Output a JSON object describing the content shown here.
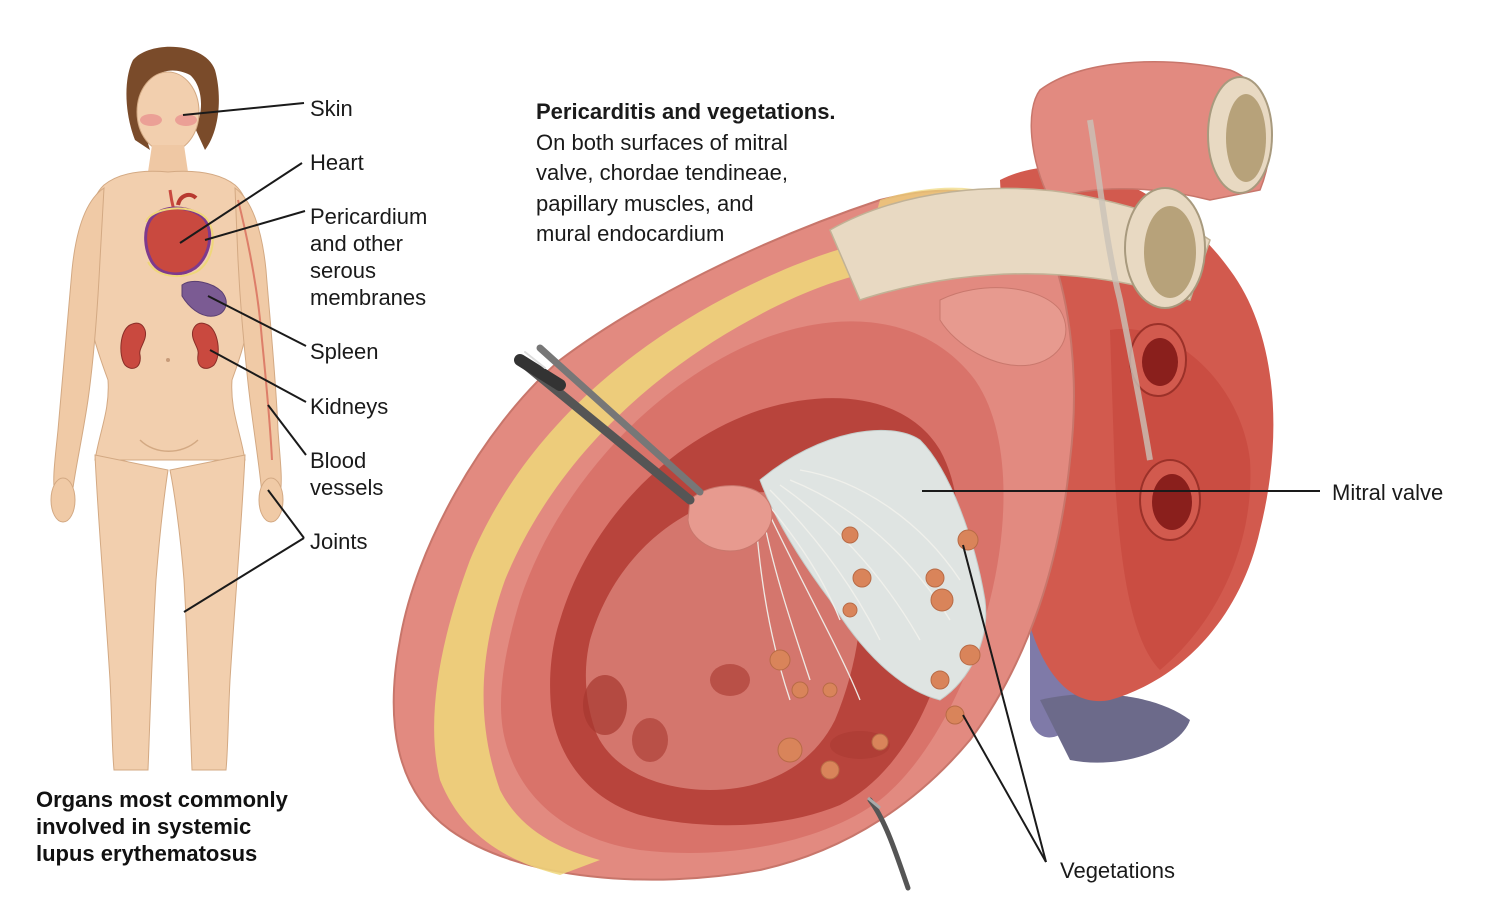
{
  "labels": {
    "skin": "Skin",
    "heart": "Heart",
    "pericardium": [
      "Pericardium",
      "and other",
      "serous",
      "membranes"
    ],
    "spleen": "Spleen",
    "kidneys": "Kidneys",
    "blood_vessels": [
      "Blood",
      "vessels"
    ],
    "joints": "Joints",
    "mitral_valve": "Mitral valve",
    "vegetations": "Vegetations"
  },
  "caption_left": [
    "Organs most commonly",
    "involved in systemic",
    "lupus erythematosus"
  ],
  "description": {
    "title": "Pericarditis and vegetations.",
    "lines": [
      "On both surfaces of mitral",
      "valve, chordae tendineae,",
      "papillary muscles, and",
      "mural endocardium"
    ]
  },
  "colors": {
    "skin_tone": "#f2cfae",
    "heart_red": "#c9493f",
    "myocardium": "#e08a82",
    "fat_yellow": "#efd77a",
    "vessel_wall": "#e8d9c2",
    "mitral_leaflet": "#dfe4e2",
    "vegetation": "#d9845a",
    "spleen_purple": "#7b5b93",
    "leader_line": "#1a1a1a"
  }
}
